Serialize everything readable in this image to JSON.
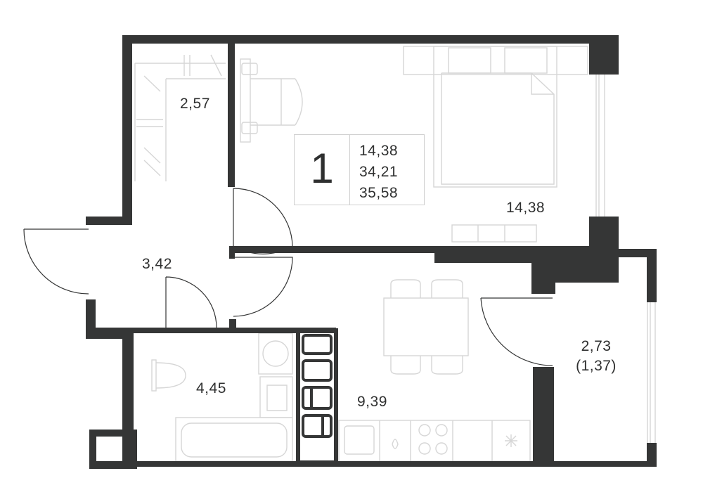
{
  "summary": {
    "rooms": "1",
    "living_area": "14,38",
    "total_area": "34,21",
    "total_area_with_balcony": "35,58"
  },
  "rooms": {
    "storage": "2,57",
    "bedroom": "14,38",
    "hallway": "3,42",
    "bathroom": "4,45",
    "kitchen": "9,39",
    "balcony": "2,73",
    "balcony_reduced": "(1,37)"
  },
  "colors": {
    "wall": "#353636",
    "furniture_line": "#d6d6d6",
    "text": "#2f3030"
  }
}
